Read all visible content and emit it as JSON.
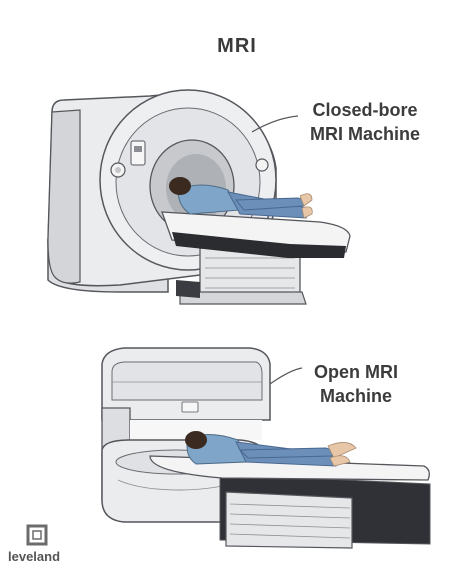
{
  "title": "MRI",
  "closed_label": [
    "Closed-bore",
    "MRI Machine"
  ],
  "open_label": [
    "Open MRI",
    "Machine"
  ],
  "logo": {
    "text": "leveland",
    "icon": "cleveland-clinic-logo-icon",
    "color": "#6b6b6b"
  },
  "colors": {
    "shell": "#e9eaec",
    "shell_shadow": "#c9cbcf",
    "outline": "#55575c",
    "table_dark": "#2a2c30",
    "patient_shirt": "#7fa6c8",
    "patient_jeans": "#6b8fb8",
    "skin": "#e8c7a8",
    "hair": "#3b2a20"
  }
}
